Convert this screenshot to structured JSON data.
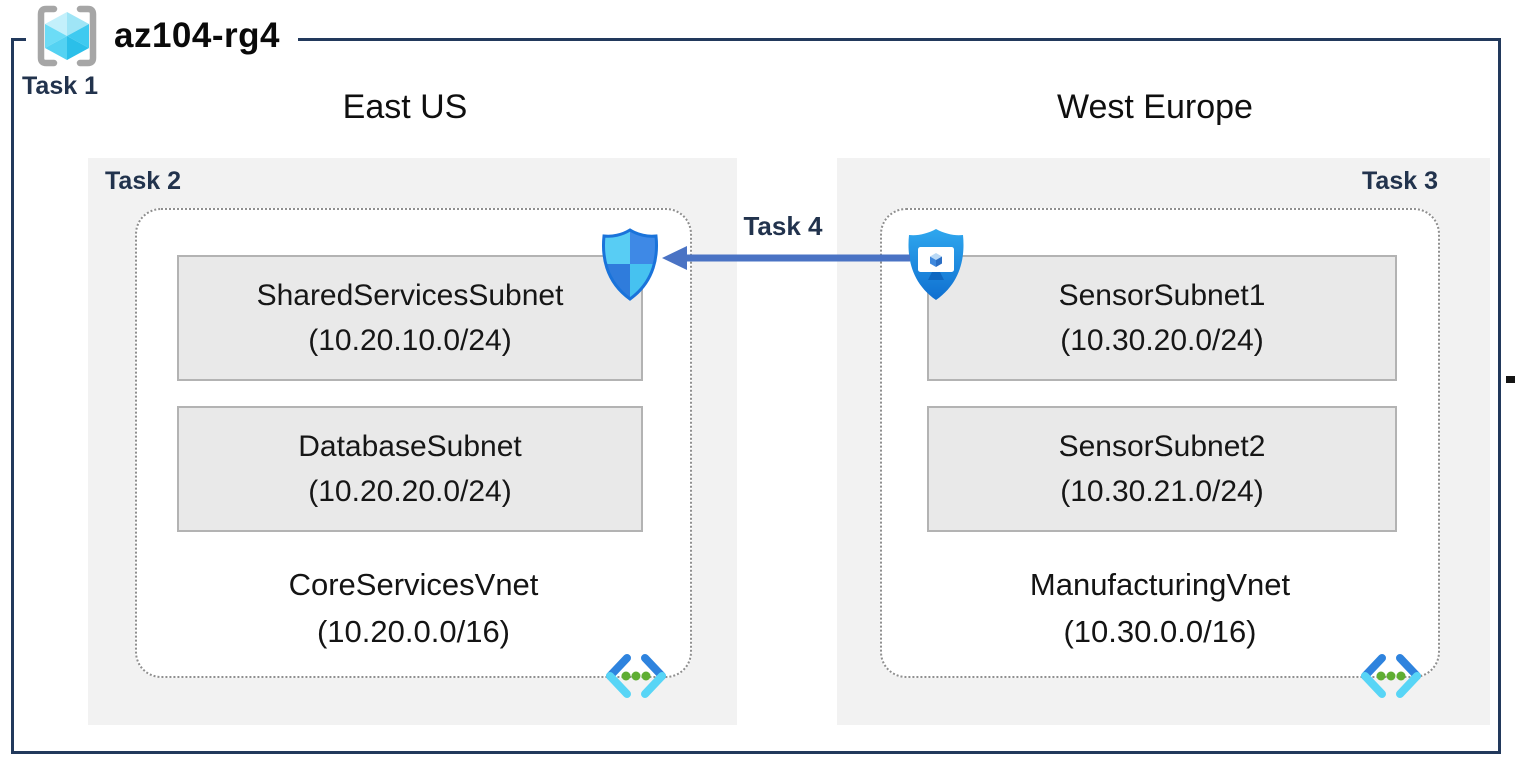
{
  "resource_group": {
    "name": "az104-rg4",
    "task_label": "Task 1"
  },
  "regions": [
    {
      "name": "East US",
      "task_label": "Task 2",
      "vnet": {
        "name": "CoreServicesVnet",
        "cidr": "(10.20.0.0/16)",
        "subnets": [
          {
            "name": "SharedServicesSubnet",
            "cidr": "(10.20.10.0/24)"
          },
          {
            "name": "DatabaseSubnet",
            "cidr": "(10.20.20.0/24)"
          }
        ]
      }
    },
    {
      "name": "West Europe",
      "task_label": "Task 3",
      "vnet": {
        "name": "ManufacturingVnet",
        "cidr": "(10.30.0.0/16)",
        "subnets": [
          {
            "name": "SensorSubnet1",
            "cidr": "(10.30.20.0/24)"
          },
          {
            "name": "SensorSubnet2",
            "cidr": "(10.30.21.0/24)"
          }
        ]
      }
    }
  ],
  "connection": {
    "label": "Task 4"
  },
  "icons": {
    "resource_group": "resource-group-icon",
    "network_security_group": "network-security-group-icon",
    "bastion": "bastion-shield-icon",
    "virtual_network": "virtual-network-icon"
  },
  "colors": {
    "border_navy": "#22395c",
    "task_label_navy": "#22334d",
    "region_bg": "#f2f2f2",
    "subnet_bg": "#e9e9e9",
    "subnet_border": "#b3b3b3",
    "vnet_dotted_border": "#8f8f8f",
    "arrow_blue": "#4a73c4",
    "icon_cyan": "#58cdf4",
    "icon_blue": "#3e89e6",
    "icon_green": "#5fae33"
  }
}
